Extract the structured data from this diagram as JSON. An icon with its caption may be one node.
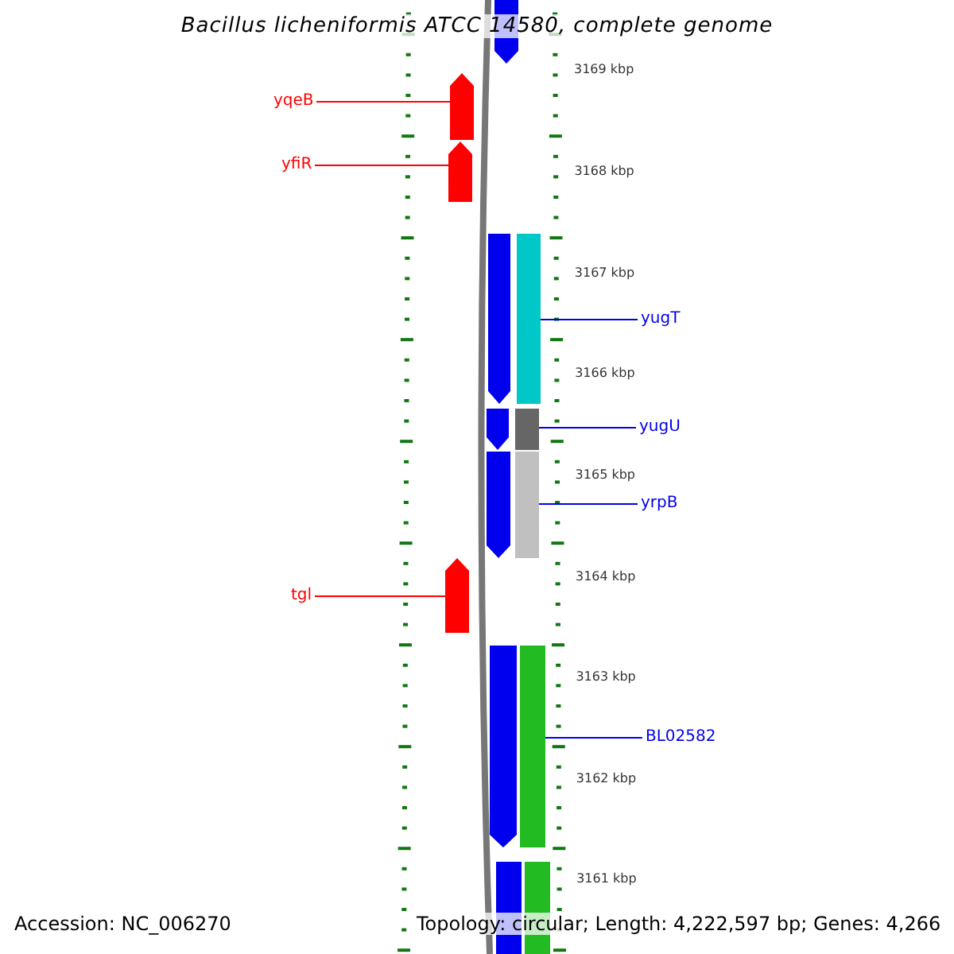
{
  "diagram": {
    "title": "Bacillus licheniformis ATCC 14580, complete genome",
    "nodes": [
      {
        "text": [],
        "shape": "pentagon"
      },
      {
        "text": [
          "yqeB"
        ]
      },
      {
        "text": [],
        "shape": "pentagon"
      },
      {
        "text": [
          "yfiR"
        ]
      },
      {
        "text": [],
        "shape": "pentagon"
      },
      {
        "text": [],
        "shape": "pentagon"
      },
      {
        "text": [],
        "shape": "box"
      },
      {
        "text": [
          "yugT"
        ]
      },
      {
        "text": [],
        "shape": "pentagon"
      },
      {
        "text": [],
        "shape": "box"
      },
      {
        "text": [
          "yugU"
        ]
      },
      {
        "text": [],
        "shape": "pentagon"
      },
      {
        "text": [],
        "shape": "box"
      },
      {
        "text": [
          "yrpB"
        ]
      },
      {
        "text": [],
        "shape": "pentagon"
      },
      {
        "text": [
          "tgl"
        ]
      },
      {
        "text": [],
        "shape": "pentagon"
      },
      {
        "text": [],
        "shape": "box"
      },
      {
        "text": [
          "BL02582"
        ]
      },
      {
        "text": [],
        "shape": "pentagon"
      },
      {
        "text": [],
        "shape": "box"
      }
    ],
    "edges": [
      {
        "from": 1,
        "to": 2,
        "arrow": "none",
        "color": "#ff0000"
      },
      {
        "from": 3,
        "to": 4,
        "arrow": "none",
        "color": "#ff0000"
      },
      {
        "from": 7,
        "to": 6,
        "arrow": "none"
      },
      {
        "from": 10,
        "to": 9,
        "arrow": "none"
      },
      {
        "from": 13,
        "to": 12,
        "arrow": "none"
      },
      {
        "from": 15,
        "to": 14,
        "arrow": "none",
        "color": "#ff0000"
      },
      {
        "from": 18,
        "to": 17,
        "arrow": "none"
      }
    ],
    "labels": [
      "3169 kbp",
      "3168 kbp",
      "3167 kbp",
      "3166 kbp",
      "3165 kbp",
      "3164 kbp",
      "3163 kbp",
      "3162 kbp",
      "3161 kbp",
      "Accession: NC_006270",
      "Topology: circular; Length: 4,222,597 bp; Genes: 4,266"
    ]
  }
}
